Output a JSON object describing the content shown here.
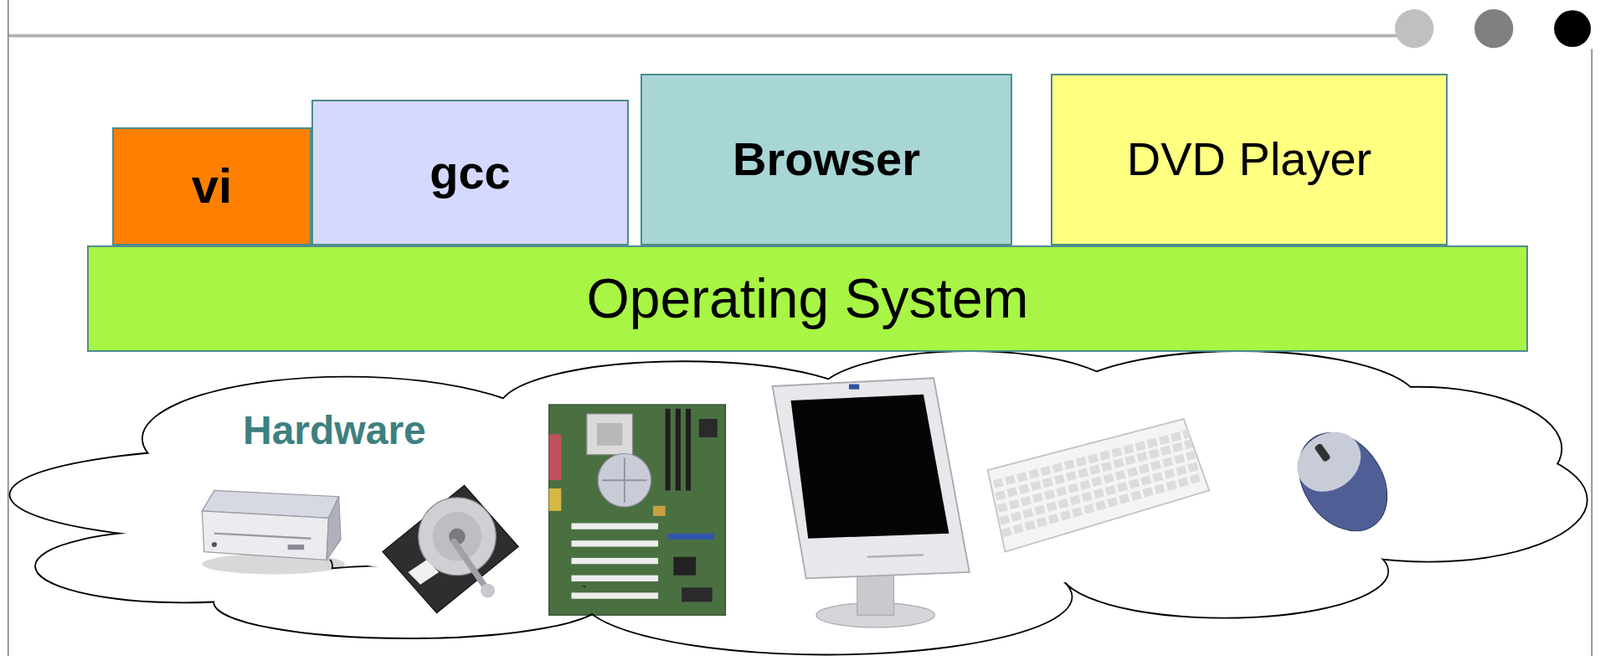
{
  "diagram": {
    "nodes": [
      {
        "text": [
          "vi"
        ]
      },
      {
        "text": [
          "gcc"
        ]
      },
      {
        "text": [
          "Browser"
        ]
      },
      {
        "text": [
          "DVD Player"
        ]
      },
      {
        "text": [
          "Operating System"
        ]
      },
      {
        "text": [
          "Hardware"
        ]
      }
    ]
  }
}
